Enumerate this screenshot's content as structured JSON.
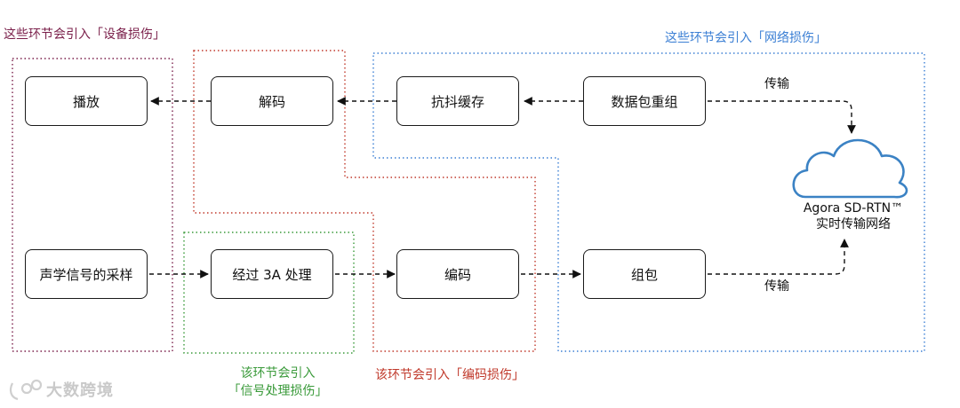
{
  "labels": {
    "device_loss": "这些环节会引入「设备损伤」",
    "network_loss": "这些环节会引入「网络损伤」",
    "signal_loss_line1": "该环节会引入",
    "signal_loss_line2": "「信号处理损伤」",
    "encode_loss": "该环节会引入「编码损伤」"
  },
  "nodes": {
    "playback": "播放",
    "decode": "解码",
    "jitter_buffer": "抗抖缓存",
    "packet_reassembly": "数据包重组",
    "sampling": "声学信号的采样",
    "processing_3a": "经过 3A 处理",
    "encode": "编码",
    "packetize": "组包"
  },
  "edges": {
    "transmit_top": "传输",
    "transmit_bottom": "传输"
  },
  "cloud": {
    "line1": "Agora SD-RTN™",
    "line2": "实时传输网络"
  },
  "watermark": "大数跨境",
  "colors": {
    "device": "#7a1f4a",
    "network": "#3b7fd4",
    "signal": "#3a9a3a",
    "encode": "#c0392b",
    "cloud": "#3b82c4"
  }
}
